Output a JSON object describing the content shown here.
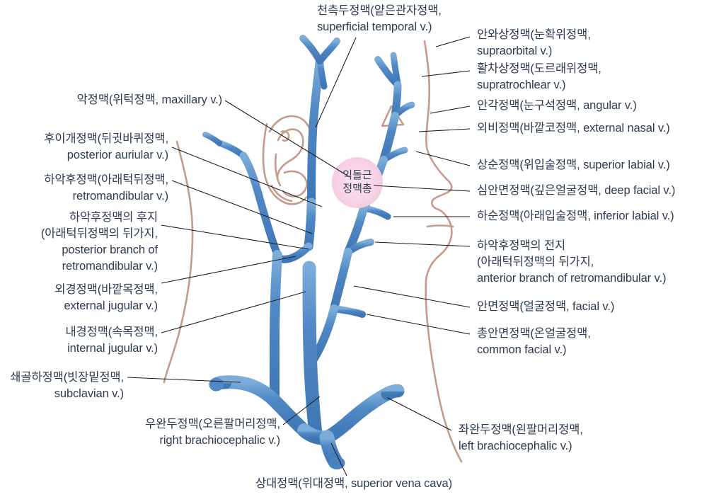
{
  "figure": {
    "title": "Veins of the head and neck (Korean anatomy plate)",
    "colors": {
      "vein": "#5089c6",
      "vein_dark": "#3f76b4",
      "vein_light": "#7fb0db",
      "outline": "#c59b8b",
      "plexus_fill": "#f8d7e6",
      "text": "#2d3b50",
      "leader": "#1a1a1a",
      "background": "#ffffff"
    },
    "plexus_label": "익돌근\n정맥총"
  },
  "labels": {
    "superficial_temporal": "천측두정맥(얕은관자정맥,\nsuperficial temporal v.)",
    "supraorbital": "안와상정맥(눈확위정맥,\nsupraorbital v.)",
    "supratrochlear": "활차상정맥(도르래위정맥,\nsupratrochlear v.)",
    "angular": "안각정맥(눈구석정맥, angular v.)",
    "external_nasal": "외비정맥(바깥코정맥, external nasal v.)",
    "superior_labial": "상순정맥(위입술정맥, superior labial v.)",
    "deep_facial": "심안면정맥(깊은얼굴정맥, deep facial v.)",
    "inferior_labial": "하순정맥(아래입술정맥, inferior labial v.)",
    "anterior_branch_retromandibular": "하악후정맥의 전지\n(아래턱뒤정맥의 뒤가지,\nanterior branch of retromandibular v.)",
    "facial": "안면정맥(얼굴정맥, facial v.)",
    "common_facial": "총안면정맥(온얼굴정맥,\ncommon facial v.)",
    "maxillary": "악정맥(위턱정맥, maxillary v.)",
    "posterior_auricular": "후이개정맥(뒤귓바퀴정맥,\nposterior auriular v.)",
    "retromandibular": "하악후정맥(아래턱뒤정맥,\nretromandibular v.)",
    "posterior_branch_retromandibular": "하악후정맥의 후지\n(아래턱뒤정맥의 뒤가지,\nposterior branch of\nretromandibular v.)",
    "external_jugular": "외경정맥(바깥목정맥,\nexternal jugular v.)",
    "internal_jugular": "내경정맥(속목정맥,\ninternal jugular v.)",
    "subclavian": "쇄골하정맥(빗장밑정맥,\nsubclavian v.)",
    "right_brachiocephalic": "우완두정맥(오른팔머리정맥,\nright brachiocephalic v.)",
    "left_brachiocephalic": "좌완두정맥(왼팔머리정맥,\nleft brachiocephalic v.)",
    "superior_vena_cava": "상대정맥(위대정맥, superior vena cava)"
  }
}
